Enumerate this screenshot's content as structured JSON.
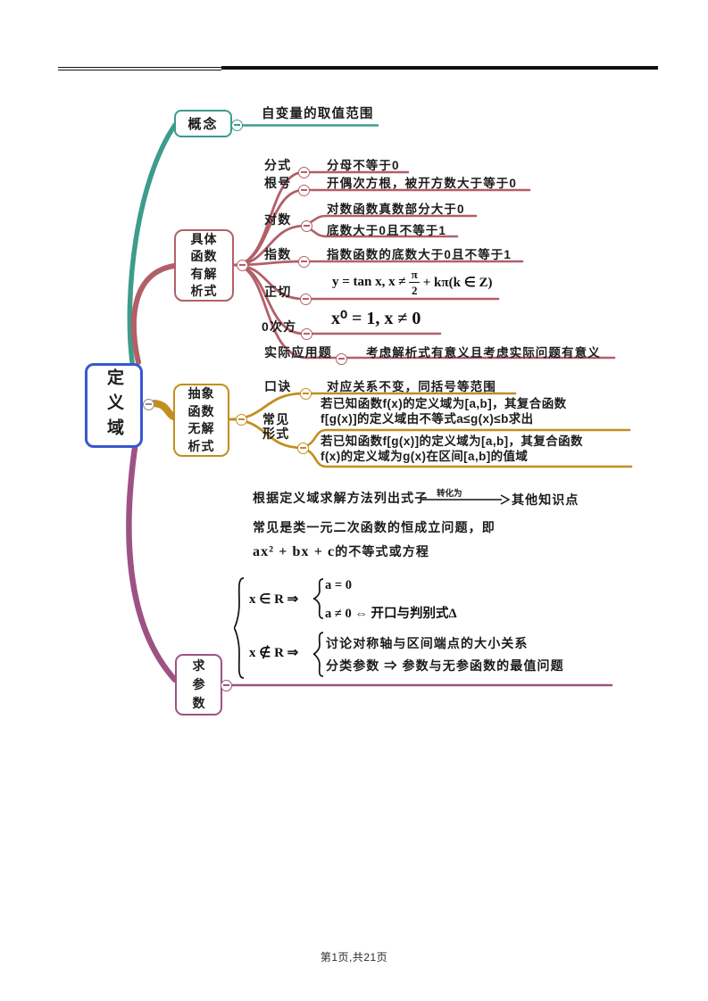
{
  "colors": {
    "teal": "#3D9C8B",
    "rose": "#B25F6A",
    "orange": "#C28E20",
    "purple": "#9D5284",
    "root_blue": "#3A57D0"
  },
  "footer": {
    "text": "第1页,共21页"
  },
  "root": {
    "label": "定义域"
  },
  "concept": {
    "label": "概念",
    "text": "自变量的取值范围"
  },
  "concrete": {
    "label": "具体\n函数\n有解\n析式",
    "fenshi": {
      "label": "分式",
      "text": "分母不等于0"
    },
    "genhao": {
      "label": "根号",
      "text": "开偶次方根，被开方数大于等于0"
    },
    "duishu": {
      "label": "对数",
      "text1": "对数函数真数部分大于0",
      "text2": "底数大于0且不等于1"
    },
    "zhishu": {
      "label": "指数",
      "text": "指数函数的底数大于0且不等于1"
    },
    "zhengqie": {
      "label": "正切",
      "formula_before": "y = tan x, x ≠",
      "formula_num": "π",
      "formula_den": "2",
      "formula_after": "+ kπ(k ∈ Z)"
    },
    "lingcifang": {
      "label": "0次方",
      "formula": "x⁰ = 1, x ≠ 0"
    },
    "shiji": {
      "label": "实际应用题",
      "text": "考虑解析式有意义且考虑实际问题有意义"
    }
  },
  "abstract": {
    "label": "抽象\n函数\n无解\n析式",
    "koujue": {
      "label": "口诀",
      "text": "对应关系不变，同括号等范围"
    },
    "changjian": {
      "label": "常见\n形式",
      "item1": "若已知函数f(x)的定义域为[a,b]，其复合函数\nf[g(x)]的定义域由不等式a≤g(x)≤b求出",
      "item2": "若已知函数f[g(x)]的定义域为[a,b]，其复合函数\nf(x)的定义域为g(x)在区间[a,b]的值域"
    }
  },
  "param": {
    "label": "求\n参\n数",
    "line1": "根据定义域求解方法列出式子",
    "arrow_label": "转化为",
    "line1_end": "其他知识点",
    "line2": "常见是类一元二次函数的恒成立问题，即",
    "line3_math": "ax² + bx + c",
    "line3_text": "的不等式或方程",
    "case1_cond": "x ∈ R ⇒",
    "case1_item1": "a = 0",
    "case1_item2": "a ≠ 0 ⇔ 开口与判别式Δ",
    "case2_cond": "x ∉ R ⇒",
    "case2_item1": "讨论对称轴与区间端点的大小关系",
    "case2_item2": "分类参数 ⇒ 参数与无参函数的最值问题"
  }
}
